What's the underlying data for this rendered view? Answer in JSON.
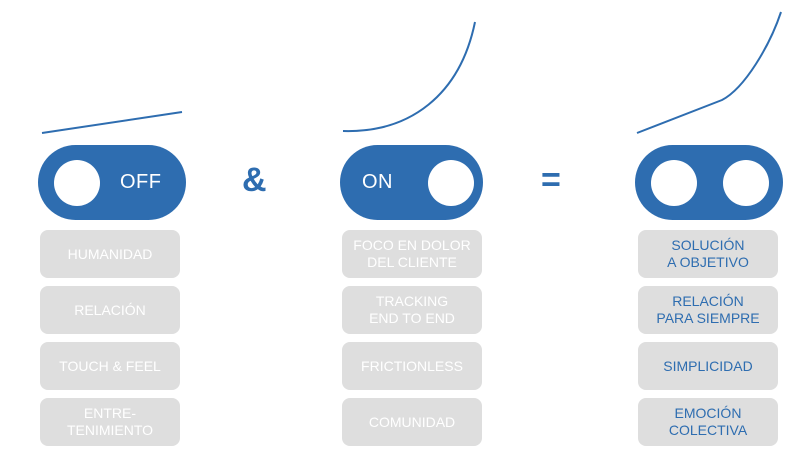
{
  "colors": {
    "accent": "#2e6db0",
    "box_bg": "#dedede",
    "box_text_inactive": "#ffffff",
    "box_text_active": "#2e6db0"
  },
  "columns": [
    {
      "toggle_label": "OFF",
      "items": [
        "HUMANIDAD",
        "RELACIÓN",
        "TOUCH & FEEL",
        "ENTRE-\nTENIMIENTO"
      ]
    },
    {
      "toggle_label": "ON",
      "items": [
        "FOCO EN DOLOR\nDEL CLIENTE",
        "TRACKING\nEND TO END",
        "FRICTIONLESS",
        "COMUNIDAD"
      ]
    },
    {
      "toggle_label": "",
      "items": [
        "SOLUCIÓN\nA OBJETIVO",
        "RELACIÓN\nPARA SIEMPRE",
        "SIMPLICIDAD",
        "EMOCIÓN\nCOLECTIVA"
      ]
    }
  ],
  "operators": {
    "and": "&",
    "equals": "="
  }
}
